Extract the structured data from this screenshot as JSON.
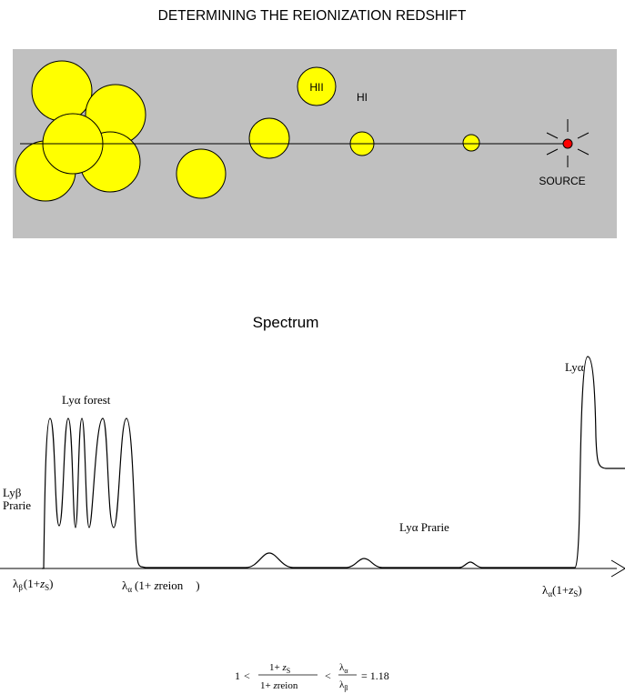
{
  "title": "DETERMINING THE REIONIZATION REDSHIFT",
  "panel": {
    "background": "#c0c0c0",
    "bubble_fill": "#ffff00",
    "bubble_stroke": "#000000",
    "hii_label": "HII",
    "hi_label": "HI",
    "source_label": "SOURCE",
    "source_color": "#ff0000"
  },
  "spectrum": {
    "title": "Spectrum",
    "lya_peak_label": "Lyα",
    "forest_label": "Lyα  forest",
    "lyb_label": "Lyβ",
    "prarie_label": "Prarie",
    "lya_prarie_label": "Lyα  Prarie",
    "x_labels": {
      "lambda_beta": "λ",
      "lambda_beta_sub": "β",
      "lambda_beta_tail": "(1+",
      "z": "z",
      "s": "S",
      "close": ")",
      "lambda_alpha": "λ",
      "alpha_sub": "α",
      "reion_tail": "(1+ ",
      "reion": "reion",
      "reion_close": ")"
    }
  },
  "formula": {
    "one": "1",
    "lt": "<",
    "num": "1+ ",
    "num_z": "z",
    "num_s": "S",
    "den": "1+ ",
    "den_z": "z",
    "den_reion": "reion",
    "lambda": "λ",
    "alpha": "α",
    "beta": "β",
    "eq": "= 1.18"
  }
}
